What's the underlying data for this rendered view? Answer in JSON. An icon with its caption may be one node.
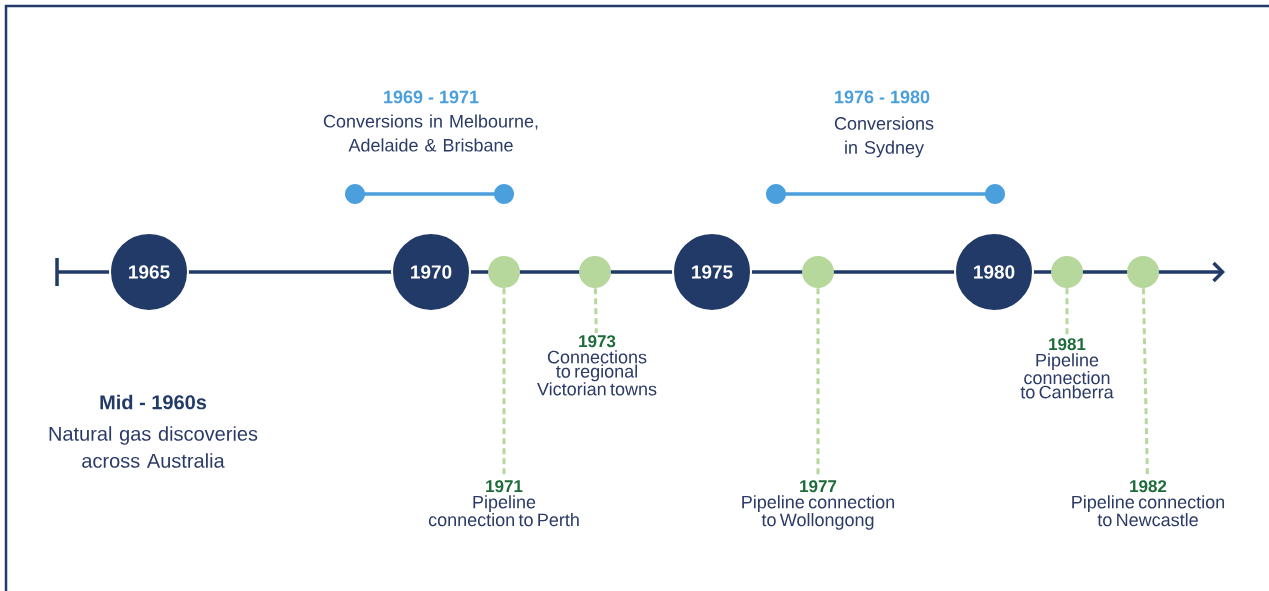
{
  "diagram": {
    "nodes": [
      {
        "text": [
          "1965"
        ]
      },
      {
        "text": [
          "1970"
        ]
      },
      {
        "text": [
          "1975"
        ]
      },
      {
        "text": [
          "1980"
        ]
      },
      {
        "text": [],
        "shape": "circle"
      },
      {
        "text": [],
        "shape": "circle"
      },
      {
        "text": [],
        "shape": "circle"
      },
      {
        "text": [],
        "shape": "circle"
      },
      {
        "text": [],
        "shape": "circle"
      },
      {
        "text": [
          "1971",
          "Pipeline connection to Perth"
        ]
      },
      {
        "text": [
          "1973",
          "Connections to regional Victorian towns"
        ]
      },
      {
        "text": [
          "1977",
          "Pipeline connection to Wollongong"
        ]
      },
      {
        "text": [
          "1981",
          "Pipeline connection to Canberra"
        ]
      },
      {
        "text": [
          "1982",
          "Pipeline connection to Newcastle"
        ]
      }
    ],
    "edges": [
      {
        "from": 4,
        "to": 9,
        "arrow": "none",
        "style": "dashed"
      },
      {
        "from": 5,
        "to": 10,
        "arrow": "none",
        "style": "dashed"
      },
      {
        "from": 6,
        "to": 11,
        "arrow": "none",
        "style": "dashed"
      },
      {
        "from": 7,
        "to": 12,
        "arrow": "none",
        "style": "dashed"
      },
      {
        "from": 8,
        "to": 13,
        "arrow": "none",
        "style": "dashed"
      }
    ],
    "labels": [
      "1969 - 1971",
      "Conversions in Melbourne, Adelaide & Brisbane",
      "1976 - 1980",
      "Conversions in Sydney",
      "Mid - 1960s",
      "Natural gas discoveries across Australia"
    ]
  }
}
